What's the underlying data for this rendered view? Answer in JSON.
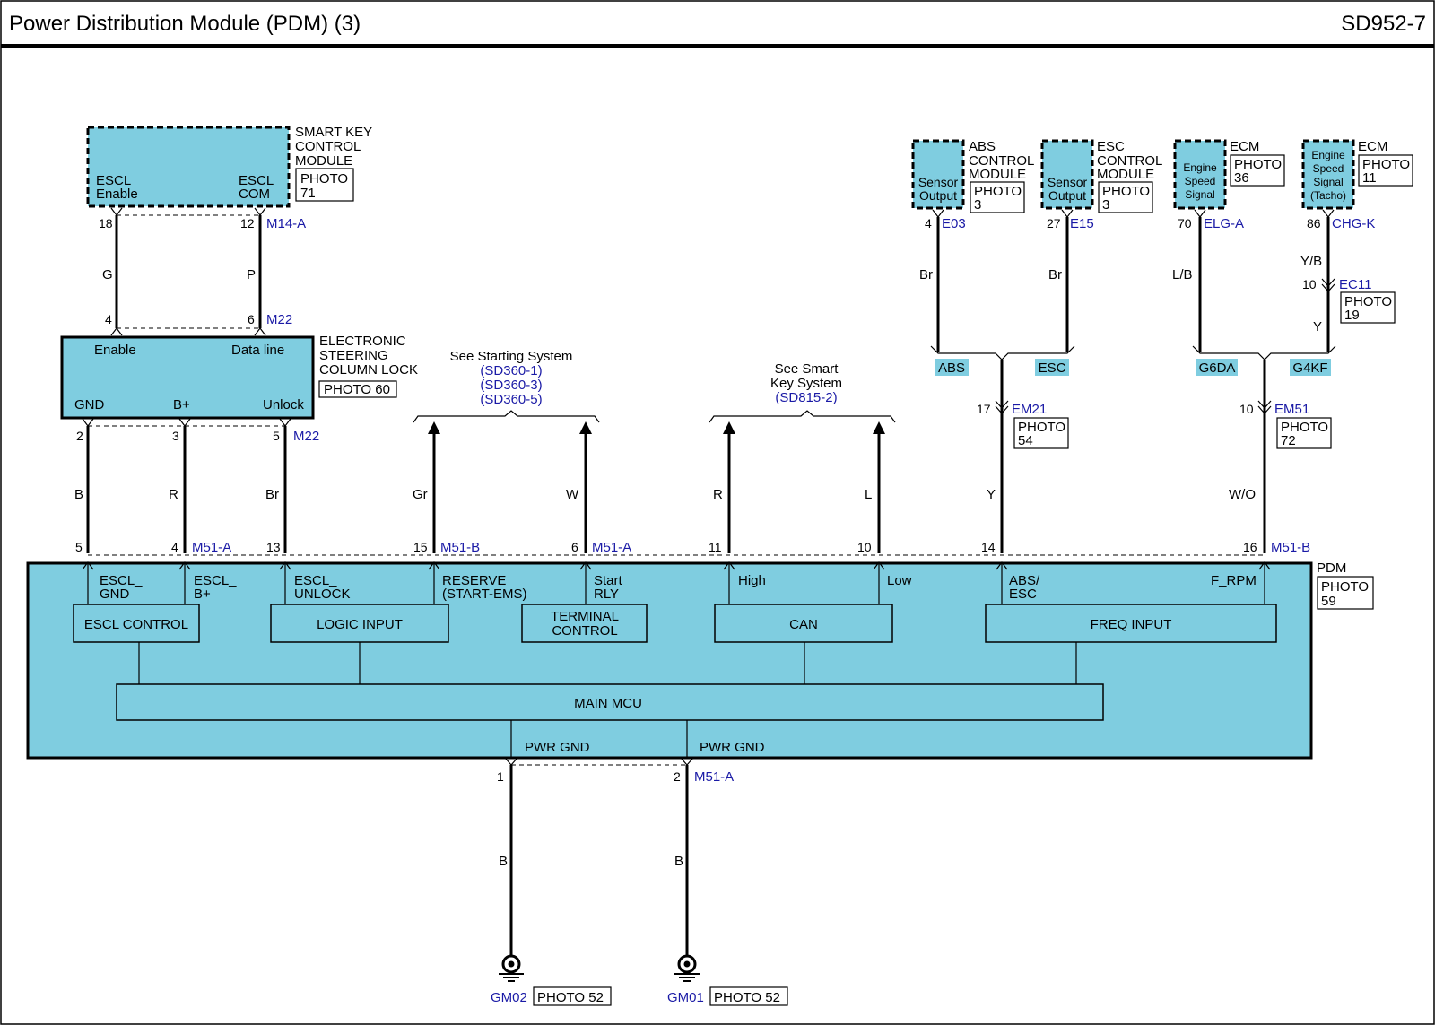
{
  "header": {
    "title": "Power Distribution Module (PDM) (3)",
    "code": "SD952-7"
  },
  "smart_key": {
    "name_lines": [
      "SMART KEY",
      "CONTROL",
      "MODULE"
    ],
    "photo": [
      "PHOTO",
      "71"
    ],
    "pin_left": [
      "ESCL_",
      "Enable"
    ],
    "pin_right": [
      "ESCL_",
      "COM"
    ],
    "pin_left_no": "18",
    "pin_right_no": "12",
    "connector": "M14-A"
  },
  "escl": {
    "name_lines": [
      "ELECTRONIC",
      "STEERING",
      "COLUMN LOCK"
    ],
    "photo": "PHOTO 60",
    "top_pins": [
      "Enable",
      "Data line"
    ],
    "bottom_pins": [
      "GND",
      "B+",
      "Unlock"
    ],
    "top_no": [
      "4",
      "6"
    ],
    "top_connector": "M22",
    "bottom_no": [
      "2",
      "3",
      "5"
    ],
    "bottom_connector": "M22"
  },
  "wires": {
    "g": "G",
    "p": "P",
    "b1": "B",
    "r1": "R",
    "br1": "Br",
    "gr": "Gr",
    "w": "W",
    "r2": "R",
    "l": "L",
    "y1": "Y",
    "wo": "W/O",
    "br_abs": "Br",
    "br_esc": "Br",
    "lb": "L/B",
    "yb": "Y/B",
    "y2": "Y",
    "b_gnd1": "B",
    "b_gnd2": "B"
  },
  "starting": {
    "line1": "See Starting System",
    "refs": [
      "(SD360-1)",
      "(SD360-3)",
      "(SD360-5)"
    ]
  },
  "smartkey_sys": {
    "lines": [
      "See Smart",
      "Key System"
    ],
    "ref": "(SD815-2)"
  },
  "abs": {
    "pin_text": [
      "Sensor",
      "Output"
    ],
    "name_lines": [
      "ABS",
      "CONTROL",
      "MODULE"
    ],
    "photo": [
      "PHOTO",
      "3"
    ],
    "pin_no": "4",
    "connector": "E03",
    "tag": "ABS"
  },
  "esc": {
    "pin_text": [
      "Sensor",
      "Output"
    ],
    "name_lines": [
      "ESC",
      "CONTROL",
      "MODULE"
    ],
    "photo": [
      "PHOTO",
      "3"
    ],
    "pin_no": "27",
    "connector": "E15",
    "tag": "ESC"
  },
  "ecm1": {
    "pin_text": [
      "Engine",
      "Speed",
      "Signal"
    ],
    "name": "ECM",
    "photo": [
      "PHOTO",
      "36"
    ],
    "pin_no": "70",
    "connector": "ELG-A",
    "tag": "G6DA"
  },
  "ecm2": {
    "pin_text": [
      "Engine",
      "Speed",
      "Signal",
      "(Tacho)"
    ],
    "name": "ECM",
    "photo": [
      "PHOTO",
      "11"
    ],
    "pin_no": "86",
    "connector": "CHG-K",
    "tag": "G4KF"
  },
  "ec11": {
    "pin_no": "10",
    "connector": "EC11",
    "photo": [
      "PHOTO",
      "19"
    ]
  },
  "em21": {
    "pin_no": "17",
    "connector": "EM21",
    "photo": [
      "PHOTO",
      "54"
    ]
  },
  "em51": {
    "pin_no": "10",
    "connector": "EM51",
    "photo": [
      "PHOTO",
      "72"
    ]
  },
  "pdm": {
    "name": "PDM",
    "photo": [
      "PHOTO",
      "59"
    ],
    "pins": [
      "5",
      "4",
      "13",
      "15",
      "6",
      "11",
      "10",
      "14",
      "16"
    ],
    "connectors": [
      "M51-A",
      "M51-B",
      "M51-A",
      "M51-B"
    ],
    "pin_labels": {
      "escl_gnd": [
        "ESCL_",
        "GND"
      ],
      "escl_b": [
        "ESCL_",
        "B+"
      ],
      "escl_unlock": [
        "ESCL_",
        "UNLOCK"
      ],
      "reserve": [
        "RESERVE",
        "(START-EMS)"
      ],
      "start_rly": [
        "Start",
        "RLY"
      ],
      "high": "High",
      "low": "Low",
      "abs_esc": [
        "ABS/",
        "ESC"
      ],
      "f_rpm": "F_RPM"
    },
    "blocks": {
      "escl_control": "ESCL CONTROL",
      "logic_input": "LOGIC INPUT",
      "terminal_control": [
        "TERMINAL",
        "CONTROL"
      ],
      "can": "CAN",
      "freq_input": "FREQ INPUT",
      "main_mcu": "MAIN MCU"
    },
    "pwr_gnd": [
      "PWR GND",
      "PWR GND"
    ],
    "gnd_pins": [
      "1",
      "2"
    ],
    "gnd_connector": "M51-A"
  },
  "grounds": [
    {
      "name": "GM02",
      "photo": "PHOTO 52"
    },
    {
      "name": "GM01",
      "photo": "PHOTO 52"
    }
  ],
  "colors": {
    "module_fill": "#7fcde0",
    "connector_text": "#1a1aa6"
  }
}
